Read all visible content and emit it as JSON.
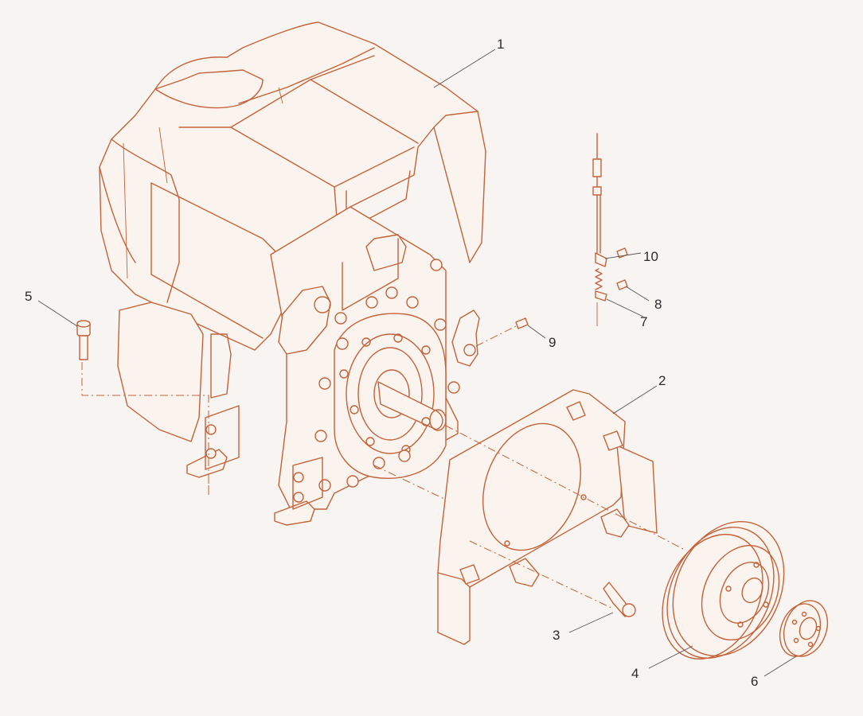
{
  "diagram": {
    "callouts": [
      "1",
      "2",
      "3",
      "4",
      "5",
      "6",
      "7",
      "8",
      "9",
      "10"
    ],
    "line_color": "#c4633a",
    "background_color": "#f7f4f2",
    "label_color": "#2b2b2b"
  }
}
